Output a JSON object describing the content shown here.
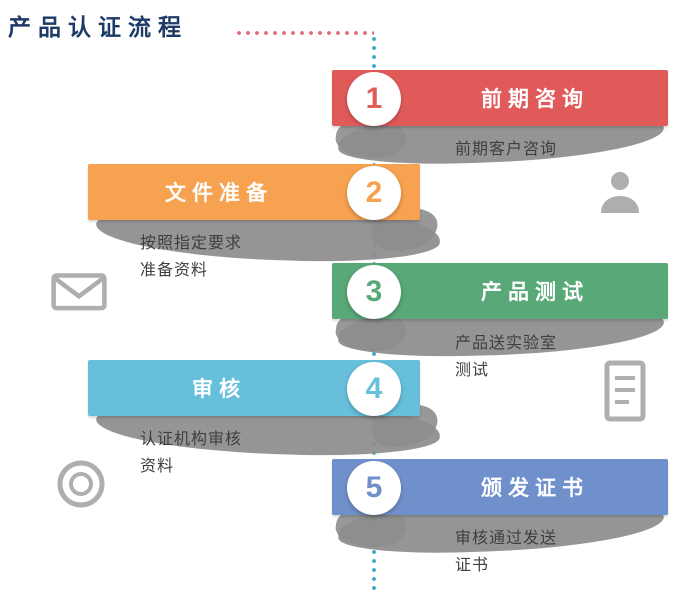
{
  "title": "产品认证流程",
  "colors": {
    "title": "#1E3A66",
    "vertical_line": "#41A9C6",
    "horizontal_line": "#E26B80",
    "shadow": "#8D8D8D",
    "description_text": "#3F3F3F"
  },
  "flow": {
    "steps": [
      {
        "number": "1",
        "label": "前期咨询",
        "color": "#E15A5A",
        "desc1": "前期客户咨询",
        "desc2": ""
      },
      {
        "number": "2",
        "label": "文件准备",
        "color": "#F6A250",
        "desc1": "按照指定要求",
        "desc2": "准备资料"
      },
      {
        "number": "3",
        "label": "产品测试",
        "color": "#58A878",
        "desc1": "产品送实验室",
        "desc2": "测试"
      },
      {
        "number": "4",
        "label": "审核",
        "color": "#66C0DB",
        "desc1": "认证机构审核",
        "desc2": "资料"
      },
      {
        "number": "5",
        "label": "颁发证书",
        "color": "#7090CB",
        "desc1": "审核通过发送",
        "desc2": "证书"
      }
    ]
  },
  "icons": {
    "right_of_step1": "person-icon",
    "left_of_step3": "envelope-icon",
    "right_of_step4": "document-icon",
    "left_of_step5": "seal-icon"
  }
}
